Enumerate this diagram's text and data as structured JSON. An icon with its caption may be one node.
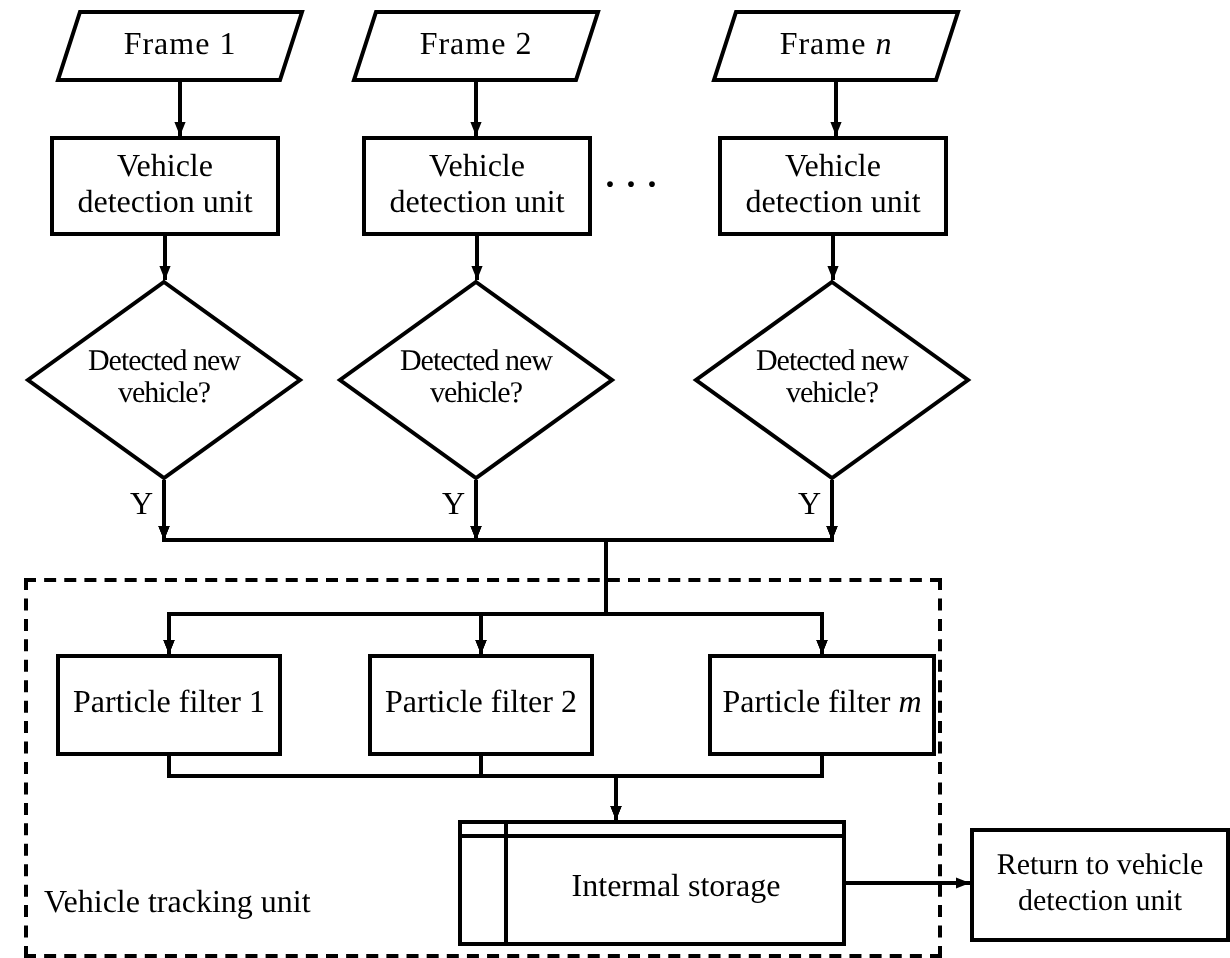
{
  "diagram": {
    "nodes": [
      {
        "text": [
          "Frame 1"
        ]
      },
      {
        "text": [
          "Frame 2"
        ]
      },
      {
        "text": [
          "Frame *n*"
        ]
      },
      {
        "text": [
          "Vehicle detection unit"
        ]
      },
      {
        "text": [
          "Vehicle detection unit"
        ]
      },
      {
        "text": [
          "Vehicle detection unit"
        ]
      },
      {
        "text": [
          "Detected new vehicle?"
        ]
      },
      {
        "text": [
          "Detected new vehicle?"
        ]
      },
      {
        "text": [
          "Detected new vehicle?"
        ]
      },
      {
        "text": [
          "Vehicle tracking unit"
        ]
      },
      {
        "text": [
          "Particle filter 1"
        ],
        "in": 9
      },
      {
        "text": [
          "Particle filter 2"
        ],
        "in": 9
      },
      {
        "text": [
          "Particle filter *m*"
        ],
        "in": 9
      },
      {
        "text": [
          "Intermal storage"
        ],
        "in": 9
      },
      {
        "text": [
          "Return to vehicle detection unit"
        ]
      }
    ],
    "edges": [
      {
        "from": 0,
        "to": 3,
        "arrow": "to"
      },
      {
        "from": 1,
        "to": 4,
        "arrow": "to"
      },
      {
        "from": 2,
        "to": 5,
        "arrow": "to"
      },
      {
        "from": 3,
        "to": 6,
        "arrow": "to"
      },
      {
        "from": 4,
        "to": 7,
        "arrow": "to"
      },
      {
        "from": 5,
        "to": 8,
        "arrow": "to"
      },
      {
        "from": 6,
        "to": 10,
        "arrow": "to",
        "label": "Y"
      },
      {
        "from": 6,
        "to": 11,
        "arrow": "to"
      },
      {
        "from": 6,
        "to": 12,
        "arrow": "to"
      },
      {
        "from": 7,
        "to": 10,
        "arrow": "to",
        "label": "Y"
      },
      {
        "from": 7,
        "to": 11,
        "arrow": "to"
      },
      {
        "from": 7,
        "to": 12,
        "arrow": "to"
      },
      {
        "from": 8,
        "to": 10,
        "arrow": "to",
        "label": "Y"
      },
      {
        "from": 8,
        "to": 11,
        "arrow": "to"
      },
      {
        "from": 8,
        "to": 12,
        "arrow": "to"
      },
      {
        "from": 10,
        "to": 13,
        "arrow": "to"
      },
      {
        "from": 11,
        "to": 13,
        "arrow": "to"
      },
      {
        "from": 12,
        "to": 13,
        "arrow": "to"
      },
      {
        "from": 13,
        "to": 14,
        "arrow": "to"
      }
    ],
    "labels": [
      "· · ·"
    ]
  }
}
